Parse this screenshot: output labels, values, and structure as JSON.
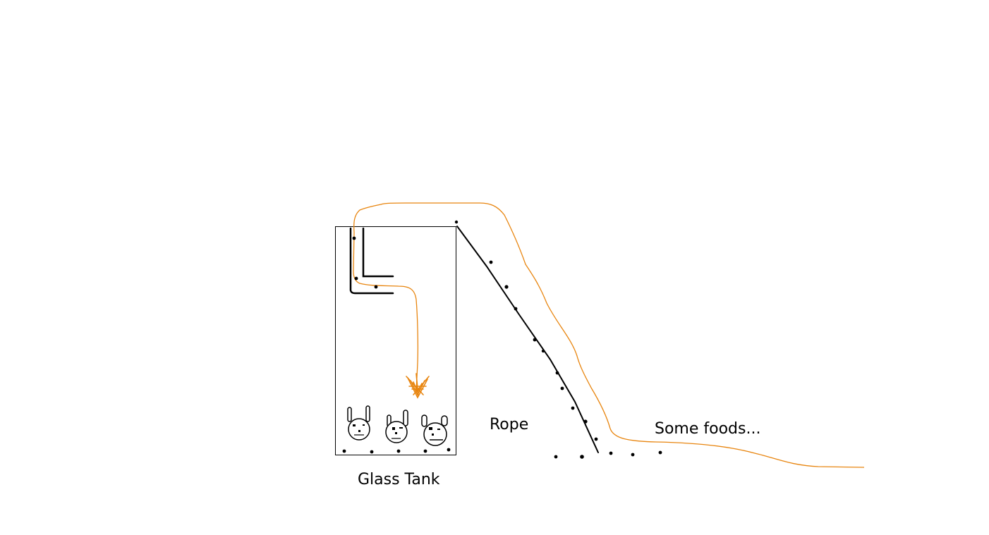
{
  "labels": {
    "tank": "Glass Tank",
    "rope": "Rope",
    "foods": "Some foods..."
  },
  "colors": {
    "background": "#ffffff",
    "ink": "#000000",
    "path": "#e8850f"
  },
  "icons": {
    "creature": "bunny-face-icon",
    "food": "food-crumb-icon",
    "arrowhead": "arrowhead-icon"
  },
  "creature_count": 3
}
